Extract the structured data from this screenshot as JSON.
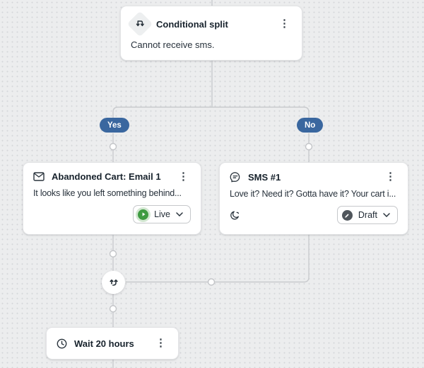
{
  "flow": {
    "conditional": {
      "title": "Conditional split",
      "description": "Cannot receive sms."
    },
    "branches": {
      "yes": "Yes",
      "no": "No"
    },
    "email": {
      "title": "Abandoned Cart: Email 1",
      "preview": "It looks like you left something behind...",
      "status_label": "Live"
    },
    "sms": {
      "title": "SMS #1",
      "preview": "Love it? Need it? Gotta have it? Your cart i...",
      "status_label": "Draft"
    },
    "wait": {
      "title": "Wait 20 hours"
    }
  },
  "icons": {
    "kebab": "⋮"
  },
  "colors": {
    "badge_blue": "#3a679f",
    "live_green": "#3e9b41",
    "draft_gray": "#50565c",
    "connector_gray": "#c9cbce",
    "canvas_bg": "#ecedee"
  }
}
